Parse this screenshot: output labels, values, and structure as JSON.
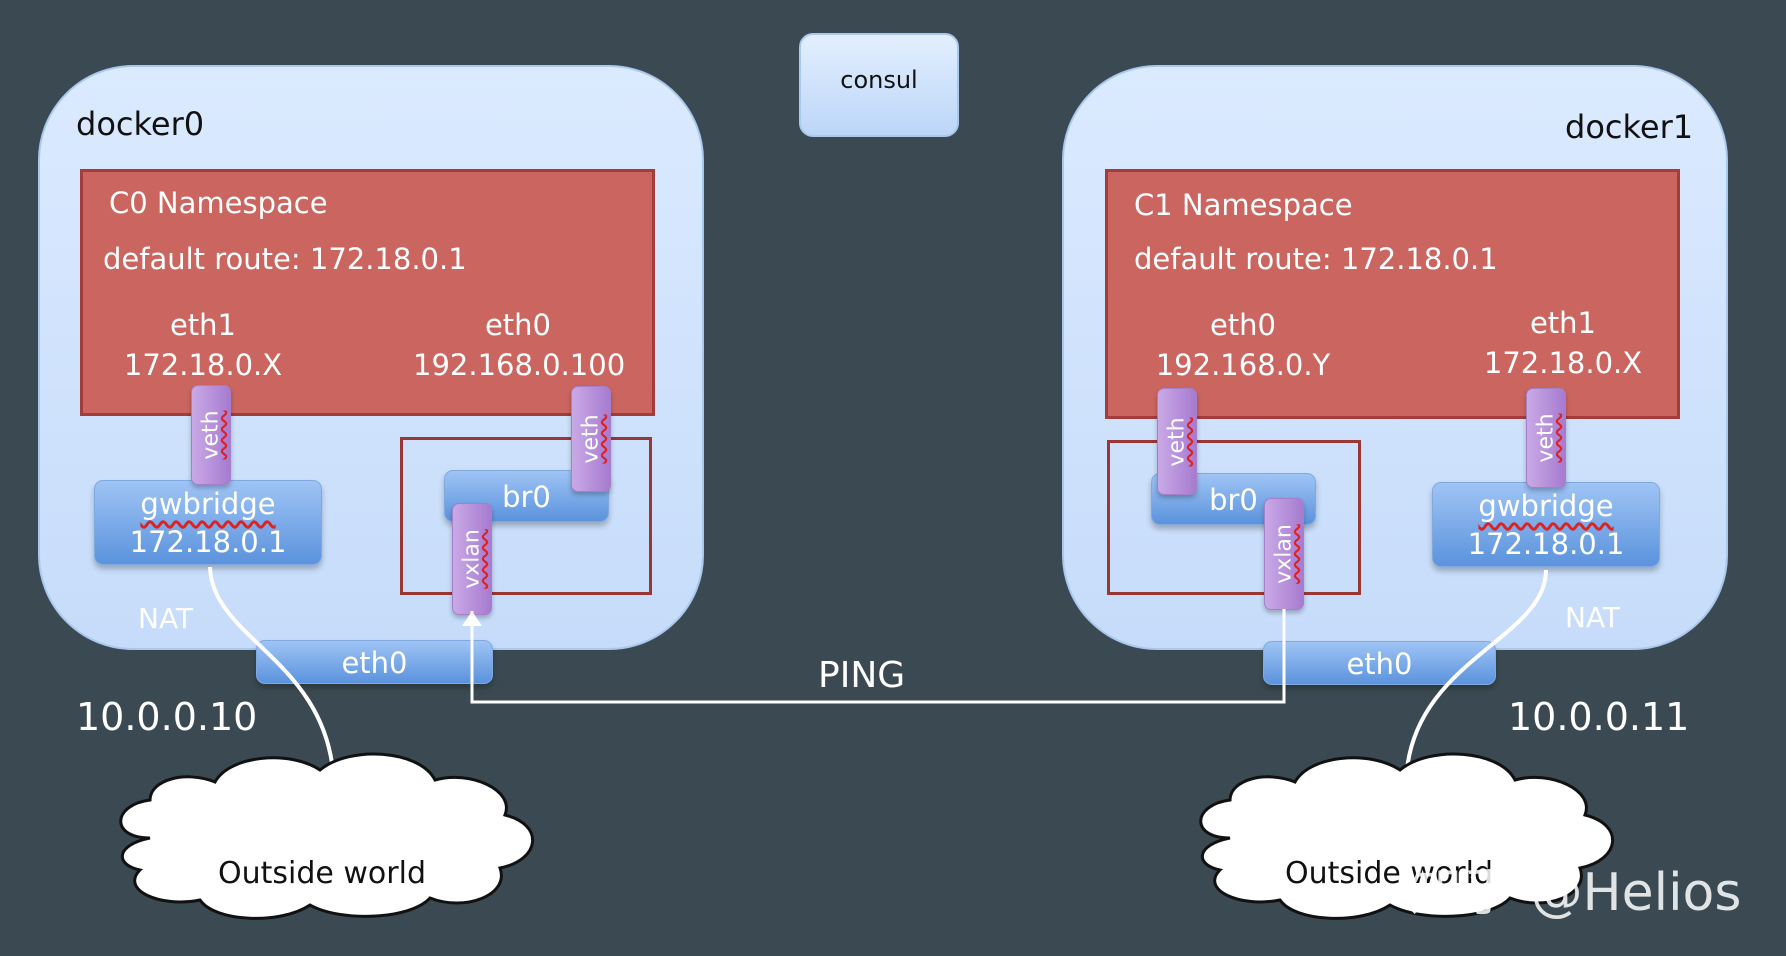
{
  "consul": "consul",
  "left": {
    "host": "docker0",
    "namespace": "C0 Namespace",
    "default_route": "default route: 172.18.0.1",
    "eth1_name": "eth1",
    "eth1_ip": "172.18.0.X",
    "eth0_name": "eth0",
    "eth0_ip": "192.168.0.100",
    "veth_a": "veth",
    "veth_b": "veth",
    "gwbridge_name": "gwbridge",
    "gwbridge_ip": "172.18.0.1",
    "br0": "br0",
    "vxlan": "vxlan",
    "nat": "NAT",
    "host_eth0": "eth0",
    "host_ip": "10.0.0.10",
    "cloud": "Outside world"
  },
  "right": {
    "host": "docker1",
    "namespace": "C1 Namespace",
    "default_route": "default route: 172.18.0.1",
    "eth0_name": "eth0",
    "eth0_ip": "192.168.0.Y",
    "eth1_name": "eth1",
    "eth1_ip": "172.18.0.X",
    "veth_a": "veth",
    "veth_b": "veth",
    "gwbridge_name": "gwbridge",
    "gwbridge_ip": "172.18.0.1",
    "br0": "br0",
    "vxlan": "vxlan",
    "nat": "NAT",
    "host_eth0": "eth0",
    "host_ip": "10.0.0.11",
    "cloud": "Outside world"
  },
  "ping": "PING",
  "watermark": "知乎 @Helios"
}
